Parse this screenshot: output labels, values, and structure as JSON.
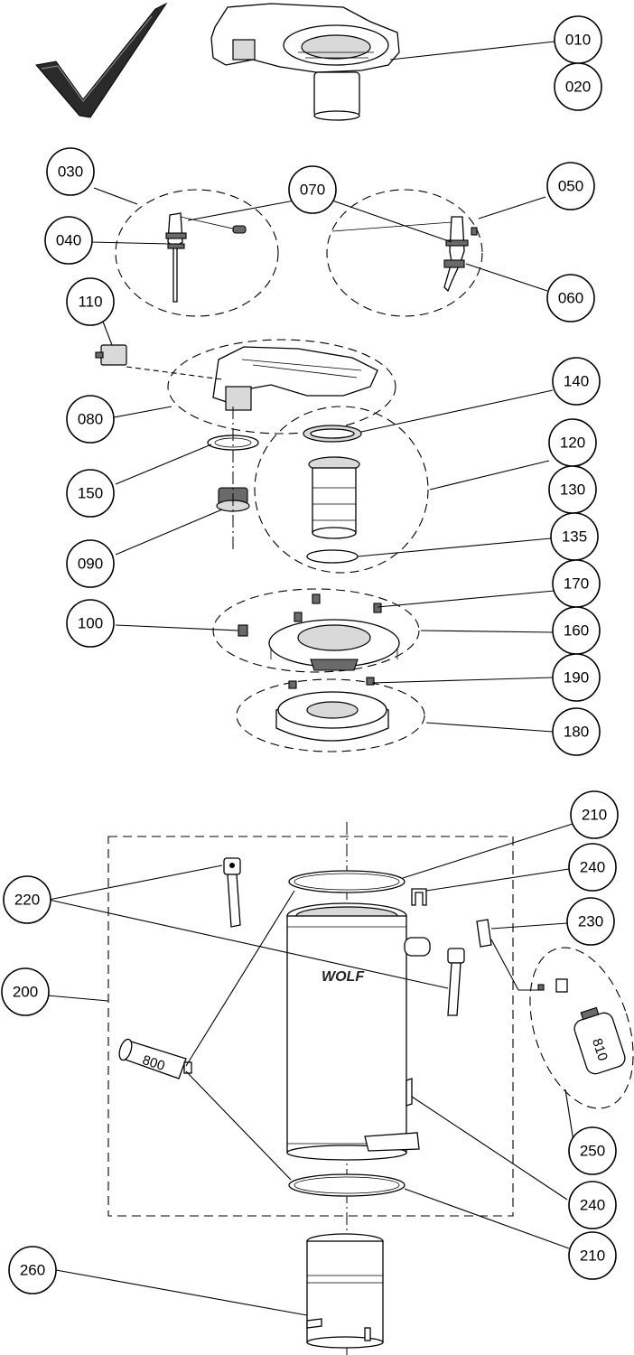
{
  "diagram": {
    "brand_text": "WOLF",
    "parts": {
      "p010": "010",
      "p020": "020",
      "p030": "030",
      "p040": "040",
      "p050": "050",
      "p060": "060",
      "p070": "070",
      "p080": "080",
      "p090": "090",
      "p100": "100",
      "p110": "110",
      "p120": "120",
      "p130": "130",
      "p135": "135",
      "p140": "140",
      "p150": "150",
      "p160": "160",
      "p170": "170",
      "p180": "180",
      "p190": "190",
      "p200": "200",
      "p210a": "210",
      "p210b": "210",
      "p220": "220",
      "p230": "230",
      "p240a": "240",
      "p240b": "240",
      "p250": "250",
      "p260": "260",
      "p800": "800",
      "p810": "810"
    }
  }
}
